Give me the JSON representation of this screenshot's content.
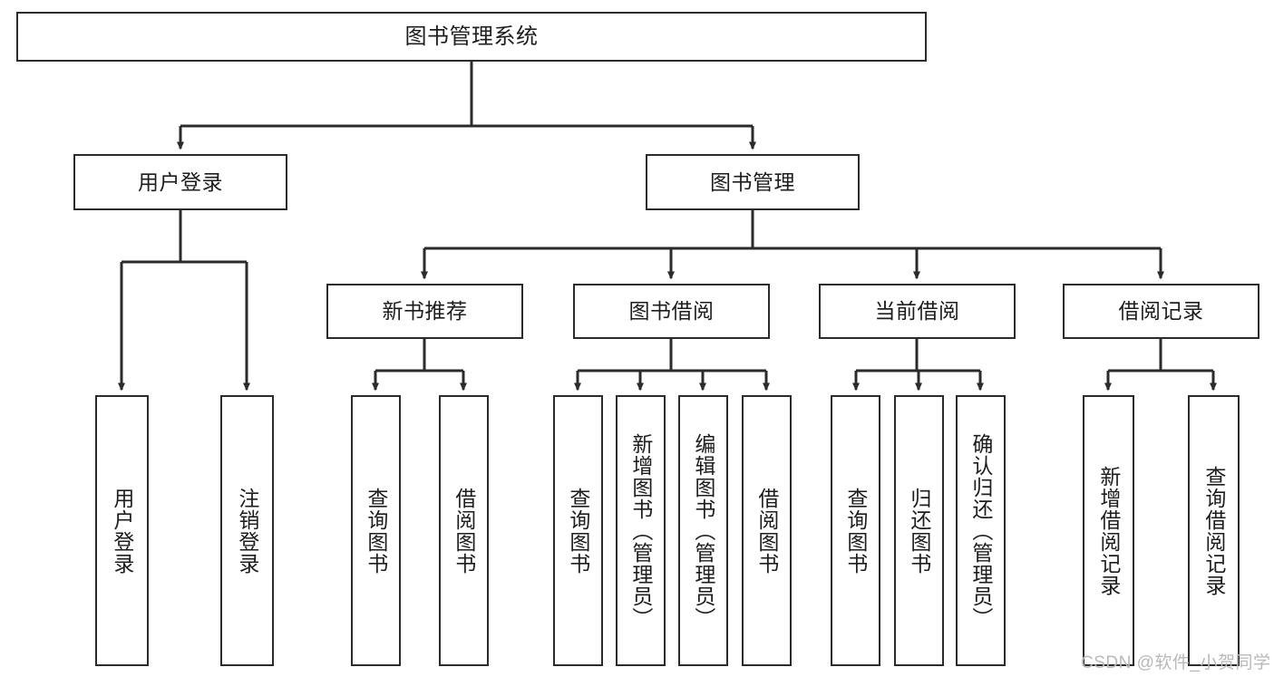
{
  "diagram": {
    "type": "tree-hierarchy",
    "title": "图书管理系统",
    "watermark": "CSDN @软件_小贺同学",
    "colors": {
      "stroke": "#2b2b2b",
      "fill": "#ffffff",
      "text": "#1d1d1d",
      "watermark": "#b9b9b9"
    },
    "levels": {
      "level0": [
        "图书管理系统"
      ],
      "level1": [
        "用户登录",
        "图书管理"
      ],
      "level2": [
        "新书推荐",
        "图书借阅",
        "当前借阅",
        "借阅记录"
      ],
      "level3": [
        "用户登录",
        "注销登录",
        "查询图书",
        "借阅图书",
        "查询图书",
        "新增图书（管理员）",
        "编辑图书（管理员）",
        "借阅图书",
        "查询图书",
        "归还图书",
        "确认归还（管理员）",
        "新增借阅记录",
        "查询借阅记录"
      ]
    },
    "nodes": {
      "root": {
        "label": "图书管理系统"
      },
      "user_login": {
        "label": "用户登录"
      },
      "book_mgmt": {
        "label": "图书管理"
      },
      "new_book_rec": {
        "label": "新书推荐"
      },
      "book_borrow": {
        "label": "图书借阅"
      },
      "current_borrow": {
        "label": "当前借阅"
      },
      "borrow_record": {
        "label": "借阅记录"
      },
      "leaf_user_login": {
        "label": "用户登录"
      },
      "leaf_logout": {
        "label": "注销登录"
      },
      "leaf_query_book_rec": {
        "label": "查询图书"
      },
      "leaf_borrow_book_rec": {
        "label": "借阅图书"
      },
      "leaf_query_book_borrow": {
        "label": "查询图书"
      },
      "leaf_add_book": {
        "label": "新增图书（管理员）"
      },
      "leaf_edit_book": {
        "label": "编辑图书（管理员）"
      },
      "leaf_borrow_book": {
        "label": "借阅图书"
      },
      "leaf_query_book_current": {
        "label": "查询图书"
      },
      "leaf_return_book": {
        "label": "归还图书"
      },
      "leaf_confirm_return": {
        "label": "确认归还（管理员）"
      },
      "leaf_add_record": {
        "label": "新增借阅记录"
      },
      "leaf_query_record": {
        "label": "查询借阅记录"
      }
    },
    "edges": [
      {
        "from": "图书管理系统",
        "to": "用户登录"
      },
      {
        "from": "图书管理系统",
        "to": "图书管理"
      },
      {
        "from": "用户登录",
        "to": "用户登录"
      },
      {
        "from": "用户登录",
        "to": "注销登录"
      },
      {
        "from": "图书管理",
        "to": "新书推荐"
      },
      {
        "from": "图书管理",
        "to": "图书借阅"
      },
      {
        "from": "图书管理",
        "to": "当前借阅"
      },
      {
        "from": "图书管理",
        "to": "借阅记录"
      },
      {
        "from": "新书推荐",
        "to": "查询图书"
      },
      {
        "from": "新书推荐",
        "to": "借阅图书"
      },
      {
        "from": "图书借阅",
        "to": "查询图书"
      },
      {
        "from": "图书借阅",
        "to": "新增图书（管理员）"
      },
      {
        "from": "图书借阅",
        "to": "编辑图书（管理员）"
      },
      {
        "from": "图书借阅",
        "to": "借阅图书"
      },
      {
        "from": "当前借阅",
        "to": "查询图书"
      },
      {
        "from": "当前借阅",
        "to": "归还图书"
      },
      {
        "from": "当前借阅",
        "to": "确认归还（管理员）"
      },
      {
        "from": "借阅记录",
        "to": "新增借阅记录"
      },
      {
        "from": "借阅记录",
        "to": "查询借阅记录"
      }
    ]
  }
}
